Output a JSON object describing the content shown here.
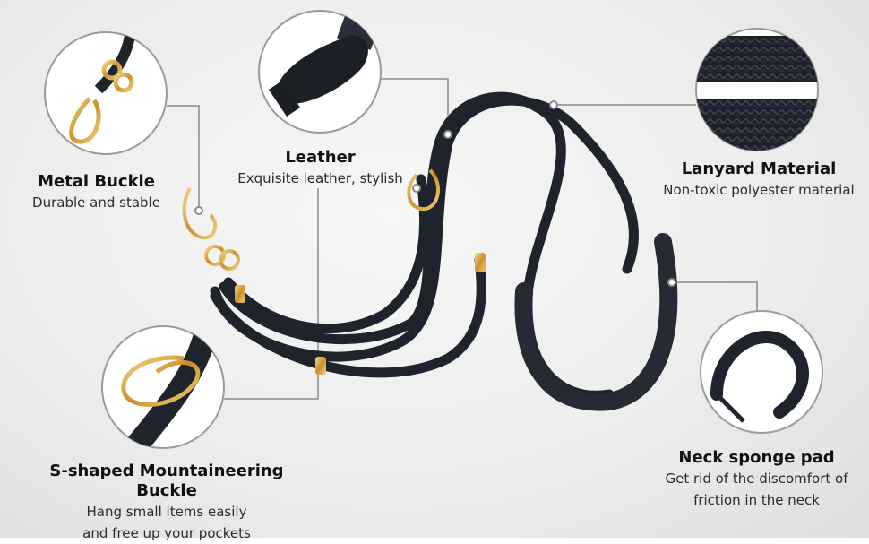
{
  "colors": {
    "background": "#ececec",
    "cord": "#1f232b",
    "gold": "#d8a94a",
    "connector": "#8a8a8a"
  },
  "features": {
    "metal_buckle": {
      "title": "Metal Buckle",
      "desc": "Durable and stable"
    },
    "leather": {
      "title": "Leather",
      "desc": "Exquisite leather, stylish"
    },
    "lanyard_material": {
      "title": "Lanyard Material",
      "desc": "Non-toxic polyester material"
    },
    "s_buckle": {
      "title": "S-shaped Mountaineering Buckle",
      "desc_line1": "Hang small items easily",
      "desc_line2": "and free up your pockets"
    },
    "neck_pad": {
      "title": "Neck sponge pad",
      "desc_line1": "Get rid of the discomfort of",
      "desc_line2": "friction in the neck"
    }
  }
}
